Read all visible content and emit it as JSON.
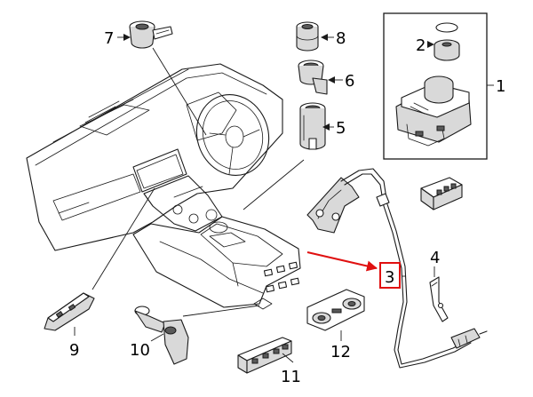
{
  "callouts": {
    "c1": "1",
    "c2": "2",
    "c3": "3",
    "c4": "4",
    "c5": "5",
    "c6": "6",
    "c7": "7",
    "c8": "8",
    "c9": "9",
    "c10": "10",
    "c11": "11",
    "c12": "12"
  },
  "colors": {
    "highlight": "#e01010",
    "line": "#1a1a1a",
    "part_fill": "#d9d9d9",
    "background": "#ffffff"
  }
}
